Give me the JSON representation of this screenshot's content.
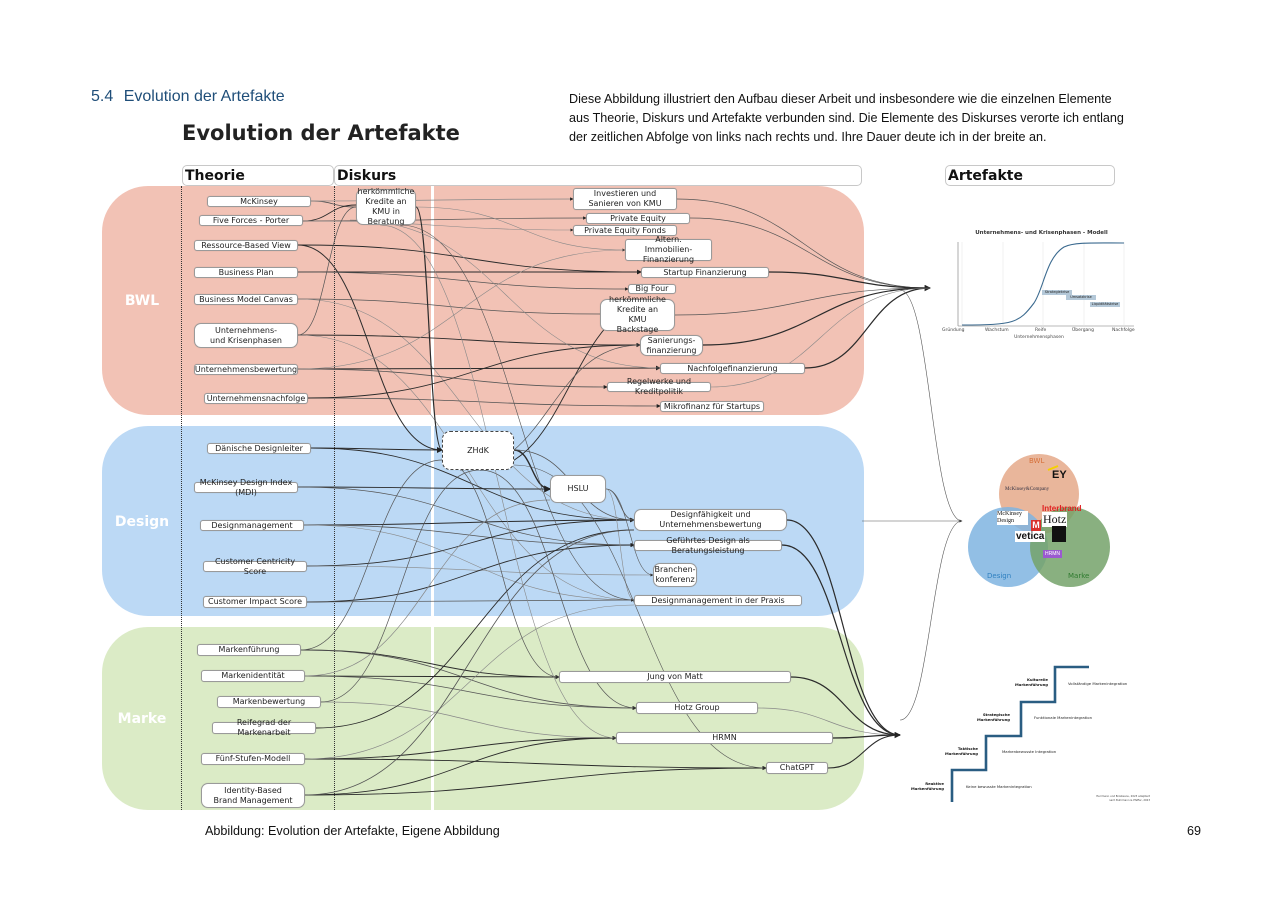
{
  "section": {
    "number": "5.4",
    "title": "Evolution der Artefakte"
  },
  "intro_text": "Diese Abbildung illustriert den Aufbau dieser Arbeit und insbesondere wie die einzelnen Elemente aus Theorie, Diskurs und Artefakte verbunden sind. Die Elemente des Diskurses verorte ich entlang der zeitlichen Abfolge von links nach rechts und. Ihre Dauer deute ich in der breite an.",
  "diagram": {
    "title": "Evolution der Artefakte",
    "columns": {
      "theorie": "Theorie",
      "diskurs": "Diskurs",
      "artefakte": "Artefakte"
    },
    "bands": [
      {
        "label": "BWL",
        "color": "#f2c2b5"
      },
      {
        "label": "Design",
        "color": "#bcd9f5"
      },
      {
        "label": "Marke",
        "color": "#dbebc6"
      }
    ],
    "theory_nodes": {
      "bwl": [
        "McKinsey",
        "Five Forces - Porter",
        "Ressource-Based View",
        "Business Plan",
        "Business Model Canvas",
        "Unternehmens- und Krisenphasen",
        "Unternehmensbewertung",
        "Unternehmensnachfolge"
      ],
      "design": [
        "Dänische Designleiter",
        "McKinsey Design Index (MDI)",
        "Designmanagement",
        "Customer Centricity Score",
        "Customer Impact Score"
      ],
      "marke": [
        "Markenführung",
        "Markenidentität",
        "Markenbewertung",
        "Reifegrad der Markenarbeit",
        "Fünf-Stufen-Modell",
        "Identity-Based Brand Management"
      ]
    },
    "discourse_nodes": {
      "kredite_beratung": "herkömmliche Kredite an KMU in Beratung",
      "investieren": "Investieren und Sanieren von KMU",
      "private_equity": "Private Equity",
      "pe_fonds": "Private Equity Fonds",
      "immobilien": "Altern. Immobilien-Finanzierung",
      "startup": "Startup Finanzierung",
      "big_four": "Big Four",
      "kredite_backstage": "herkömmliche Kredite an KMU Backstage",
      "sanierung": "Sanierungs-finanzierung",
      "nachfolge": "Nachfolgefinanzierung",
      "regelwerke": "Regelwerke und Kreditpolitik",
      "mikrofinanz": "Mikrofinanz für Startups",
      "zhdk": "ZHdK",
      "hslu": "HSLU",
      "designfaehigkeit": "Designfähigkeit und Unternehmensbewertung",
      "gefuehrtes_design": "Geführtes Design als Beratungsleistung",
      "branchen": "Branchen-konferenz",
      "dm_praxis": "Designmanagement in der Praxis",
      "jung_von_matt": "Jung von Matt",
      "hotz": "Hotz Group",
      "hrmn": "HRMN",
      "chatgpt": "ChatGPT"
    },
    "artifacts": {
      "phase_model": {
        "title": "Unternehmens- und Krisenphasen - Modell",
        "xlabel": "Unternehmensphasen",
        "xticks": [
          "Gründung",
          "Wachstum",
          "Reife",
          "Übergang",
          "Nachfolge"
        ],
        "crises": [
          "Strategiekrise",
          "Umsatzkrise",
          "Liquiditätskrise"
        ]
      },
      "venn": {
        "sets": [
          "BWL",
          "Design",
          "Marke"
        ],
        "logos": [
          "EY",
          "McKinsey&Company",
          "McKinsey Design",
          "Interbrand",
          "Hotz",
          "M",
          "vetica",
          "HRMN"
        ]
      },
      "stairs": {
        "steps": [
          {
            "level": "Reaktive Markenführung",
            "desc": "Keine bewusste Markenintegration"
          },
          {
            "level": "Taktische Markenführung",
            "desc": "Markenbewusste Integration"
          },
          {
            "level": "Strategische Markenführung",
            "desc": "Funktionale Markenintegration"
          },
          {
            "level": "Kulturelle Markenführung",
            "desc": "Vollständige Markenintegration"
          }
        ],
        "source": "Herrmann und Brosteanu, 2023 adaptiert nach Buhrmann & Pfeffer, 2023"
      }
    }
  },
  "caption": "Abbildung: Evolution der Artefakte, Eigene Abbildung",
  "page_number": "69"
}
